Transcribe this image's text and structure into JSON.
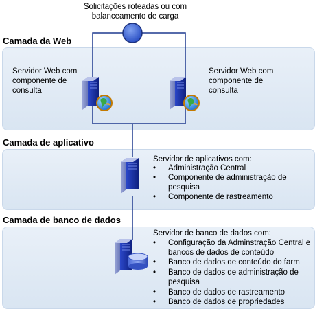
{
  "top_label": "Solicitações roteadas ou com balanceamento de carga",
  "web_tier": {
    "title": "Camada da Web",
    "left_server": "Servidor Web com componente de consulta",
    "right_server": "Servidor Web com componente de consulta"
  },
  "app_tier": {
    "title": "Camada de aplicativo",
    "server_label": "Servidor de aplicativos com:",
    "items": [
      "Administração Central",
      "Componente de administração de pesquisa",
      "Componente de rastreamento"
    ]
  },
  "db_tier": {
    "title": "Camada de banco de dados",
    "server_label": "Servidor de banco de dados com:",
    "items": [
      "Configuração da Adminstração Central e bancos de dados de conteúdo",
      "Banco de dados de conteúdo do farm",
      "Banco de dados de administração de pesquisa",
      "Banco de dados de rastreamento",
      "Banco de dados de propriedades"
    ]
  },
  "colors": {
    "tier_fill": "#dde7f3",
    "connector": "#1f3a8f",
    "load_balancer": "#3a5fcd"
  },
  "icons": [
    "load-balancer-icon",
    "web-server-icon",
    "application-server-icon",
    "database-server-icon"
  ]
}
